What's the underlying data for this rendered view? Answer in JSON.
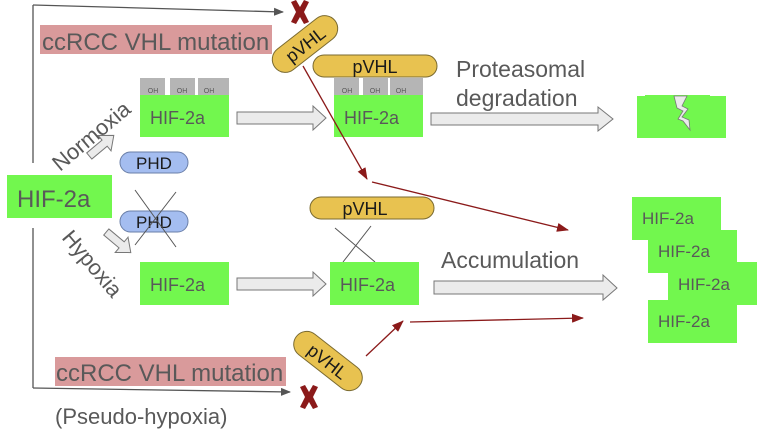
{
  "diagram": {
    "colors": {
      "hif_green": "#72f74e",
      "pvhl_yellow": "#e8c250",
      "phd_blue": "#a4bdf0",
      "mutation_pink": "#d99a9b",
      "oh_gray": "#b5b5b5",
      "inhibit_red": "#8b1a1a",
      "arrow_fill": "#ebebeb",
      "text_gray": "#595959"
    },
    "start_node": {
      "label": "HIF-2a"
    },
    "branches": {
      "normoxia": "Normoxia",
      "hypoxia": "Hypoxia",
      "pseudo_hypoxia": "(Pseudo-hypoxia)"
    },
    "mutation_labels": {
      "top": "ccRCC VHL mutation",
      "bottom": "ccRCC VHL mutation"
    },
    "enzymes": {
      "phd_active": "PHD",
      "phd_inactive": "PHD"
    },
    "pvhl": {
      "top_blocked": "pVHL",
      "top_bound": "pVHL",
      "middle_unbound": "pVHL",
      "bottom_blocked": "pVHL"
    },
    "normoxia_row": {
      "hif_label_1": "HIF-2a",
      "hif_label_2": "HIF-2a",
      "oh_groups": [
        "OH",
        "OH",
        "OH"
      ],
      "oh_groups_bound": [
        "OH",
        "OH",
        "OH"
      ],
      "process_line1": "Proteasomal",
      "process_line2": "degradation"
    },
    "hypoxia_row": {
      "hif_label_1": "HIF-2a",
      "hif_label_2": "HIF-2a",
      "process": "Accumulation"
    },
    "accumulated": [
      "HIF-2a",
      "HIF-2a",
      "HIF-2a",
      "HIF-2a"
    ],
    "icons": {
      "blocked_marker": "x-mark-icon",
      "degraded_marker": "lightning-crack-icon"
    }
  }
}
